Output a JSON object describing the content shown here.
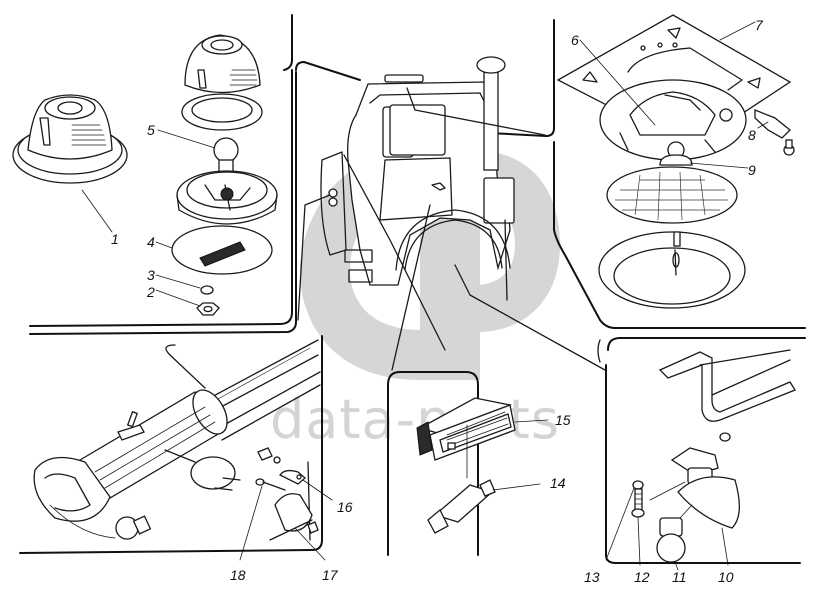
{
  "figure": {
    "type": "exploded-view parts diagram",
    "subject": "Truck cab lighting: lamps, bulbs and mounting hardware",
    "watermark": "data-parts"
  },
  "panels": [
    {
      "id": "top-left",
      "description": "Dome lamp assembly",
      "callouts": [
        "1",
        "2",
        "3",
        "4",
        "5"
      ]
    },
    {
      "id": "top-right",
      "description": "Ceiling lamp with mounting plate",
      "callouts": [
        "6",
        "7",
        "8",
        "9"
      ]
    },
    {
      "id": "center",
      "description": "Truck cab (location reference)",
      "callouts": []
    },
    {
      "id": "bottom-left",
      "description": "Portable inspection lamp with cable and plug",
      "callouts": [
        "16",
        "17",
        "18"
      ]
    },
    {
      "id": "bottom-center",
      "description": "Step/door lamp and festoon bulb",
      "callouts": [
        "14",
        "15"
      ]
    },
    {
      "id": "bottom-right",
      "description": "Lamp under bracket with bulb and screw",
      "callouts": [
        "10",
        "11",
        "12",
        "13"
      ]
    }
  ],
  "callouts": {
    "c1": "1",
    "c2": "2",
    "c3": "3",
    "c4": "4",
    "c5": "5",
    "c6": "6",
    "c7": "7",
    "c8": "8",
    "c9": "9",
    "c10": "10",
    "c11": "11",
    "c12": "12",
    "c13": "13",
    "c14": "14",
    "c15": "15",
    "c16": "16",
    "c17": "17",
    "c18": "18"
  }
}
